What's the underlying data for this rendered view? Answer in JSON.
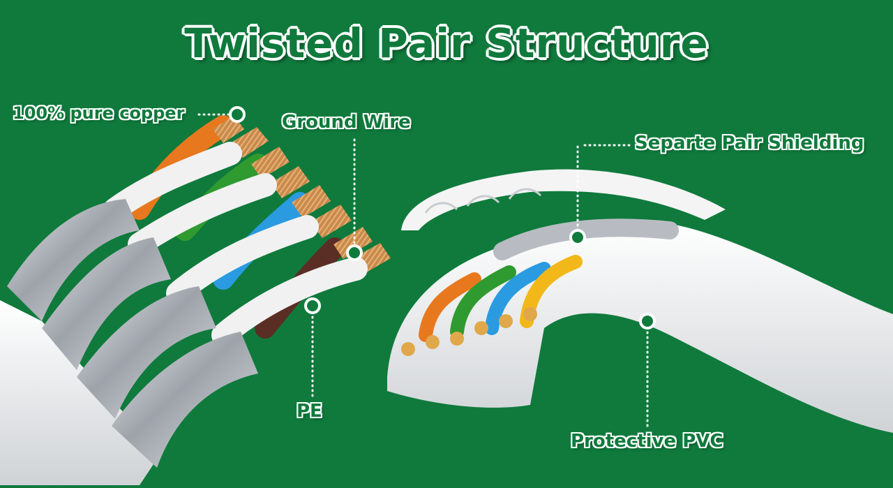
{
  "title": "Twisted Pair Structure",
  "labels": {
    "copper": "100% pure copper",
    "ground": "Ground Wire",
    "pe": "PE",
    "shielding": "Separte Pair Shielding",
    "pvc": "Protective PVC"
  },
  "colors": {
    "background": "#0f7a3c",
    "label_text": "#0f7a3c",
    "label_outline": "#ffffff",
    "wire_orange": "#e8781e",
    "wire_green": "#2f9a2f",
    "wire_blue": "#2a9be0",
    "wire_brown": "#5a2e25",
    "wire_yellow": "#f2b81a",
    "copper": "#c98a4a",
    "foil": "#b8bcc2",
    "jacket": "#f2f2f2"
  }
}
